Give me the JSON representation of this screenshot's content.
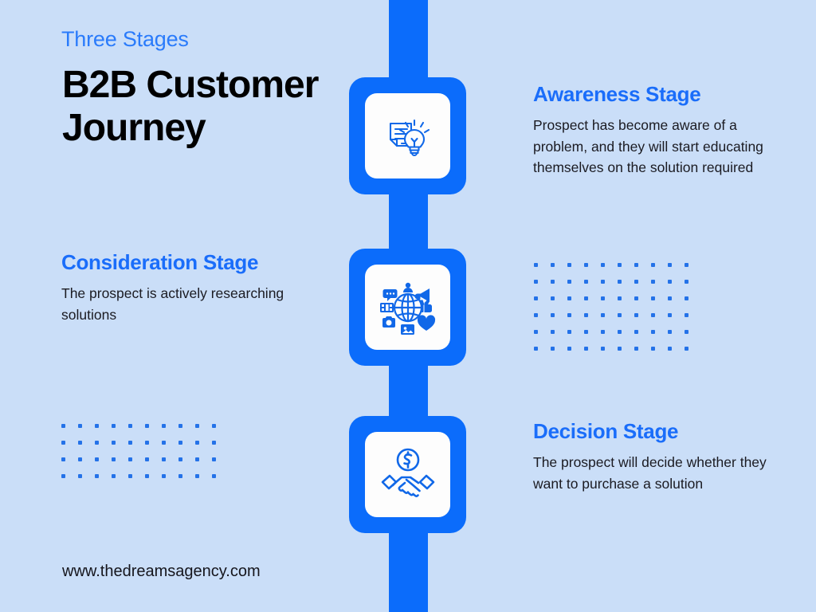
{
  "meta": {
    "background_color": "#cadef8",
    "brand_blue": "#0b6cfb",
    "heading_blue": "#1a6dfa",
    "eyebrow_blue": "#2a7bfb",
    "body_text_color": "#1b1b22",
    "card_color": "#fdfdfd",
    "dot_color": "#2472e8"
  },
  "header": {
    "eyebrow": "Three Stages",
    "title": "B2B Customer Journey"
  },
  "stages": [
    {
      "id": "awareness",
      "heading": "Awareness Stage",
      "body": "Prospect has become aware of a problem, and they will start educating themselves on the solution required",
      "icon": "document-lightbulb-icon",
      "side": "right"
    },
    {
      "id": "consideration",
      "heading": "Consideration Stage",
      "body": "The prospect is actively researching solutions",
      "icon": "globe-social-network-icon",
      "side": "left"
    },
    {
      "id": "decision",
      "heading": "Decision Stage",
      "body": "The prospect will decide whether they want to purchase a solution",
      "icon": "handshake-dollar-icon",
      "side": "right"
    }
  ],
  "decorations": {
    "dot_grid_right": {
      "columns": 10,
      "rows": 6
    },
    "dot_grid_left": {
      "columns": 10,
      "rows": 4
    }
  },
  "footer": {
    "website": "www.thedreamsagency.com"
  }
}
